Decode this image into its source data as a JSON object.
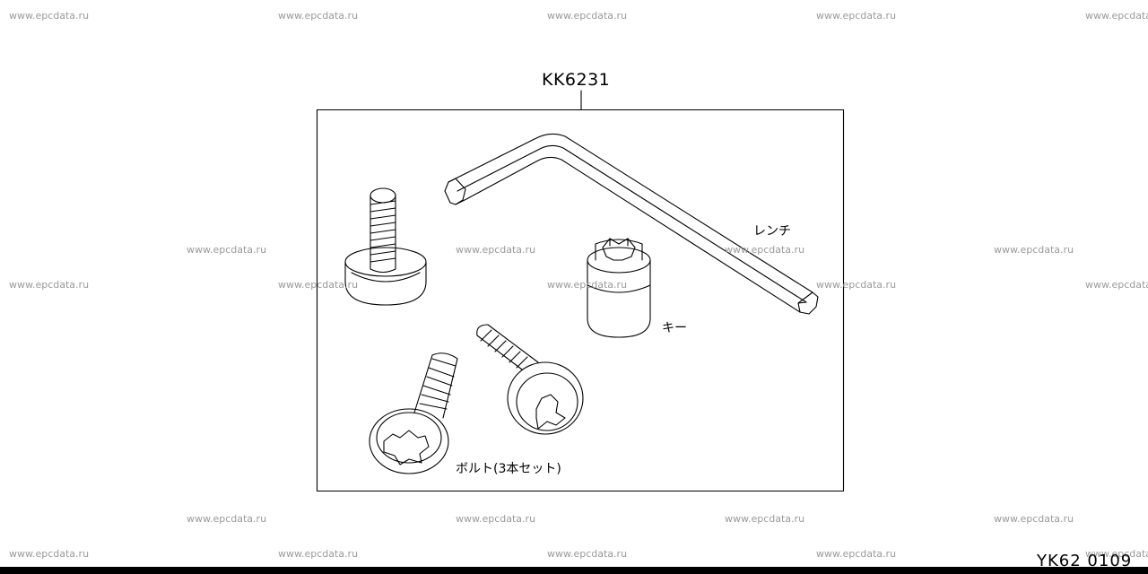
{
  "watermark_text": "www.epcdata.ru",
  "diagram": {
    "kit_code": "KK6231",
    "parts": {
      "wrench": "レンチ",
      "key": "キー",
      "bolts": "ボルト(3本セット)"
    },
    "figure_code": "YK62 0109"
  },
  "colors": {
    "line": "#000000",
    "background": "#ffffff",
    "watermark": "#9a9a9a"
  }
}
